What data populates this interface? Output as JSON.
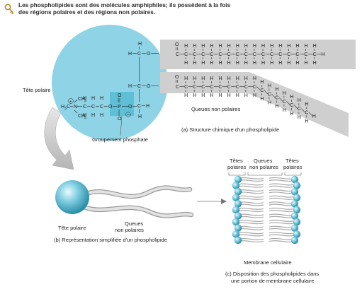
{
  "header": {
    "line1": "Les phospholipides sont des molécules amphiphiles; ils possèdent à la fois",
    "line2": "des régions polaires et des régions non polaires."
  },
  "labels": {
    "tete_polaire_a": "Tête polaire",
    "queues_non_polaires_a": "Queues non polaires",
    "caption_a": "(a) Structure chimique d'un phospholipide",
    "groupement_phosphate": "Groupement phosphate",
    "tete_polaire_b": "Tête polaire",
    "queues_b_line1": "Queues",
    "queues_b_line2": "non polaires",
    "caption_b": "(b) Représentation simplifiée d'un phospholipide",
    "tetes_left_1": "Têtes",
    "tetes_left_2": "polaires",
    "queues_c_1": "Queues",
    "queues_c_2": "non polaires",
    "tetes_right_1": "Têtes",
    "tetes_right_2": "polaires",
    "membrane": "Membrane cellulaire",
    "caption_c1": "(c) Disposition des phospholipides dans",
    "caption_c2": "une portion de membrane cellulaire"
  },
  "chem": {
    "H": "H",
    "C": "C",
    "O": "O",
    "N": "N",
    "P": "P",
    "CH": "CH",
    "sub3": "3",
    "plus": "+",
    "minus": "−"
  },
  "colors": {
    "polar_circle": "#8fd3e6",
    "tail_band": "#cfcfcf",
    "phosphate_box": "#5fbfd6",
    "head_sphere": "#5bb9cf",
    "tail_line": "#b3b3b3",
    "arrow": "#c8c8c8"
  },
  "icons": {
    "header": "key-icon"
  }
}
